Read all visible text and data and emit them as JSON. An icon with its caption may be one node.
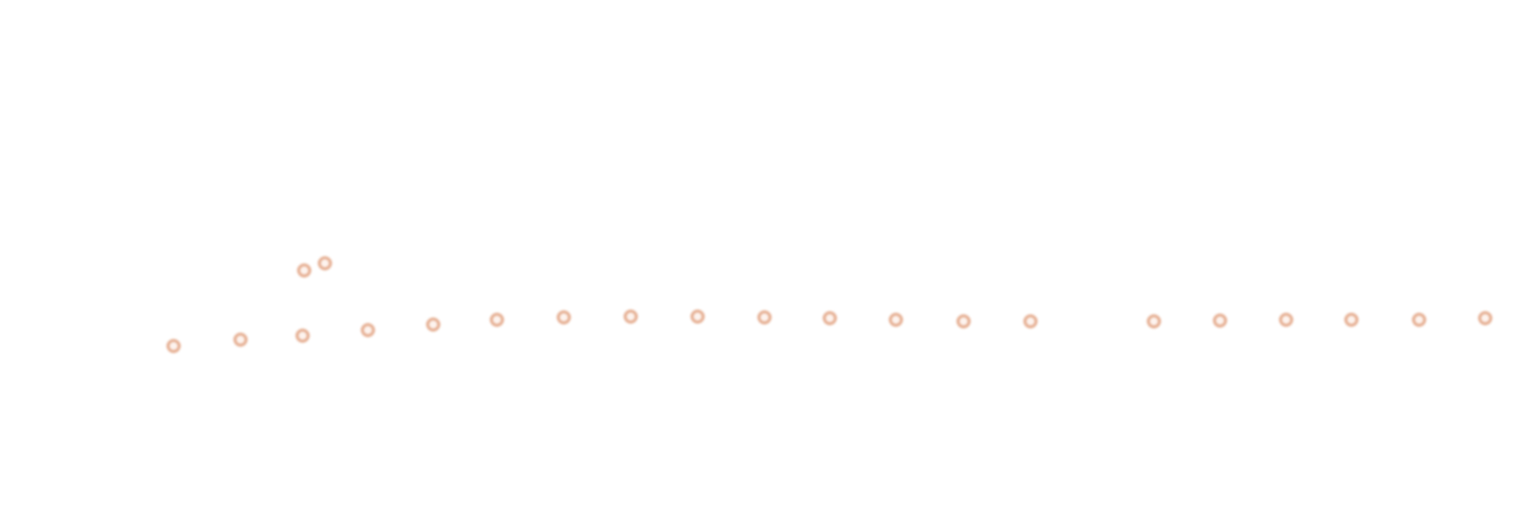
{
  "diagram": {
    "nodes": [
      {
        "text": [],
        "shape": "circle"
      },
      {
        "text": [],
        "shape": "circle"
      },
      {
        "text": [],
        "shape": "circle"
      },
      {
        "text": [],
        "shape": "circle"
      },
      {
        "text": [],
        "shape": "circle"
      },
      {
        "text": [],
        "shape": "circle"
      },
      {
        "text": [],
        "shape": "circle"
      },
      {
        "text": [],
        "shape": "circle"
      },
      {
        "text": [],
        "shape": "circle"
      },
      {
        "text": [],
        "shape": "circle"
      },
      {
        "text": [],
        "shape": "circle"
      },
      {
        "text": [],
        "shape": "circle"
      },
      {
        "text": [],
        "shape": "circle"
      },
      {
        "text": [],
        "shape": "circle"
      },
      {
        "text": [],
        "shape": "circle"
      },
      {
        "text": [],
        "shape": "circle"
      },
      {
        "text": [],
        "shape": "circle"
      },
      {
        "text": [],
        "shape": "circle"
      },
      {
        "text": [],
        "shape": "circle"
      },
      {
        "text": [],
        "shape": "circle"
      },
      {
        "text": [],
        "shape": "circle"
      },
      {
        "text": [],
        "shape": "circle"
      }
    ]
  }
}
